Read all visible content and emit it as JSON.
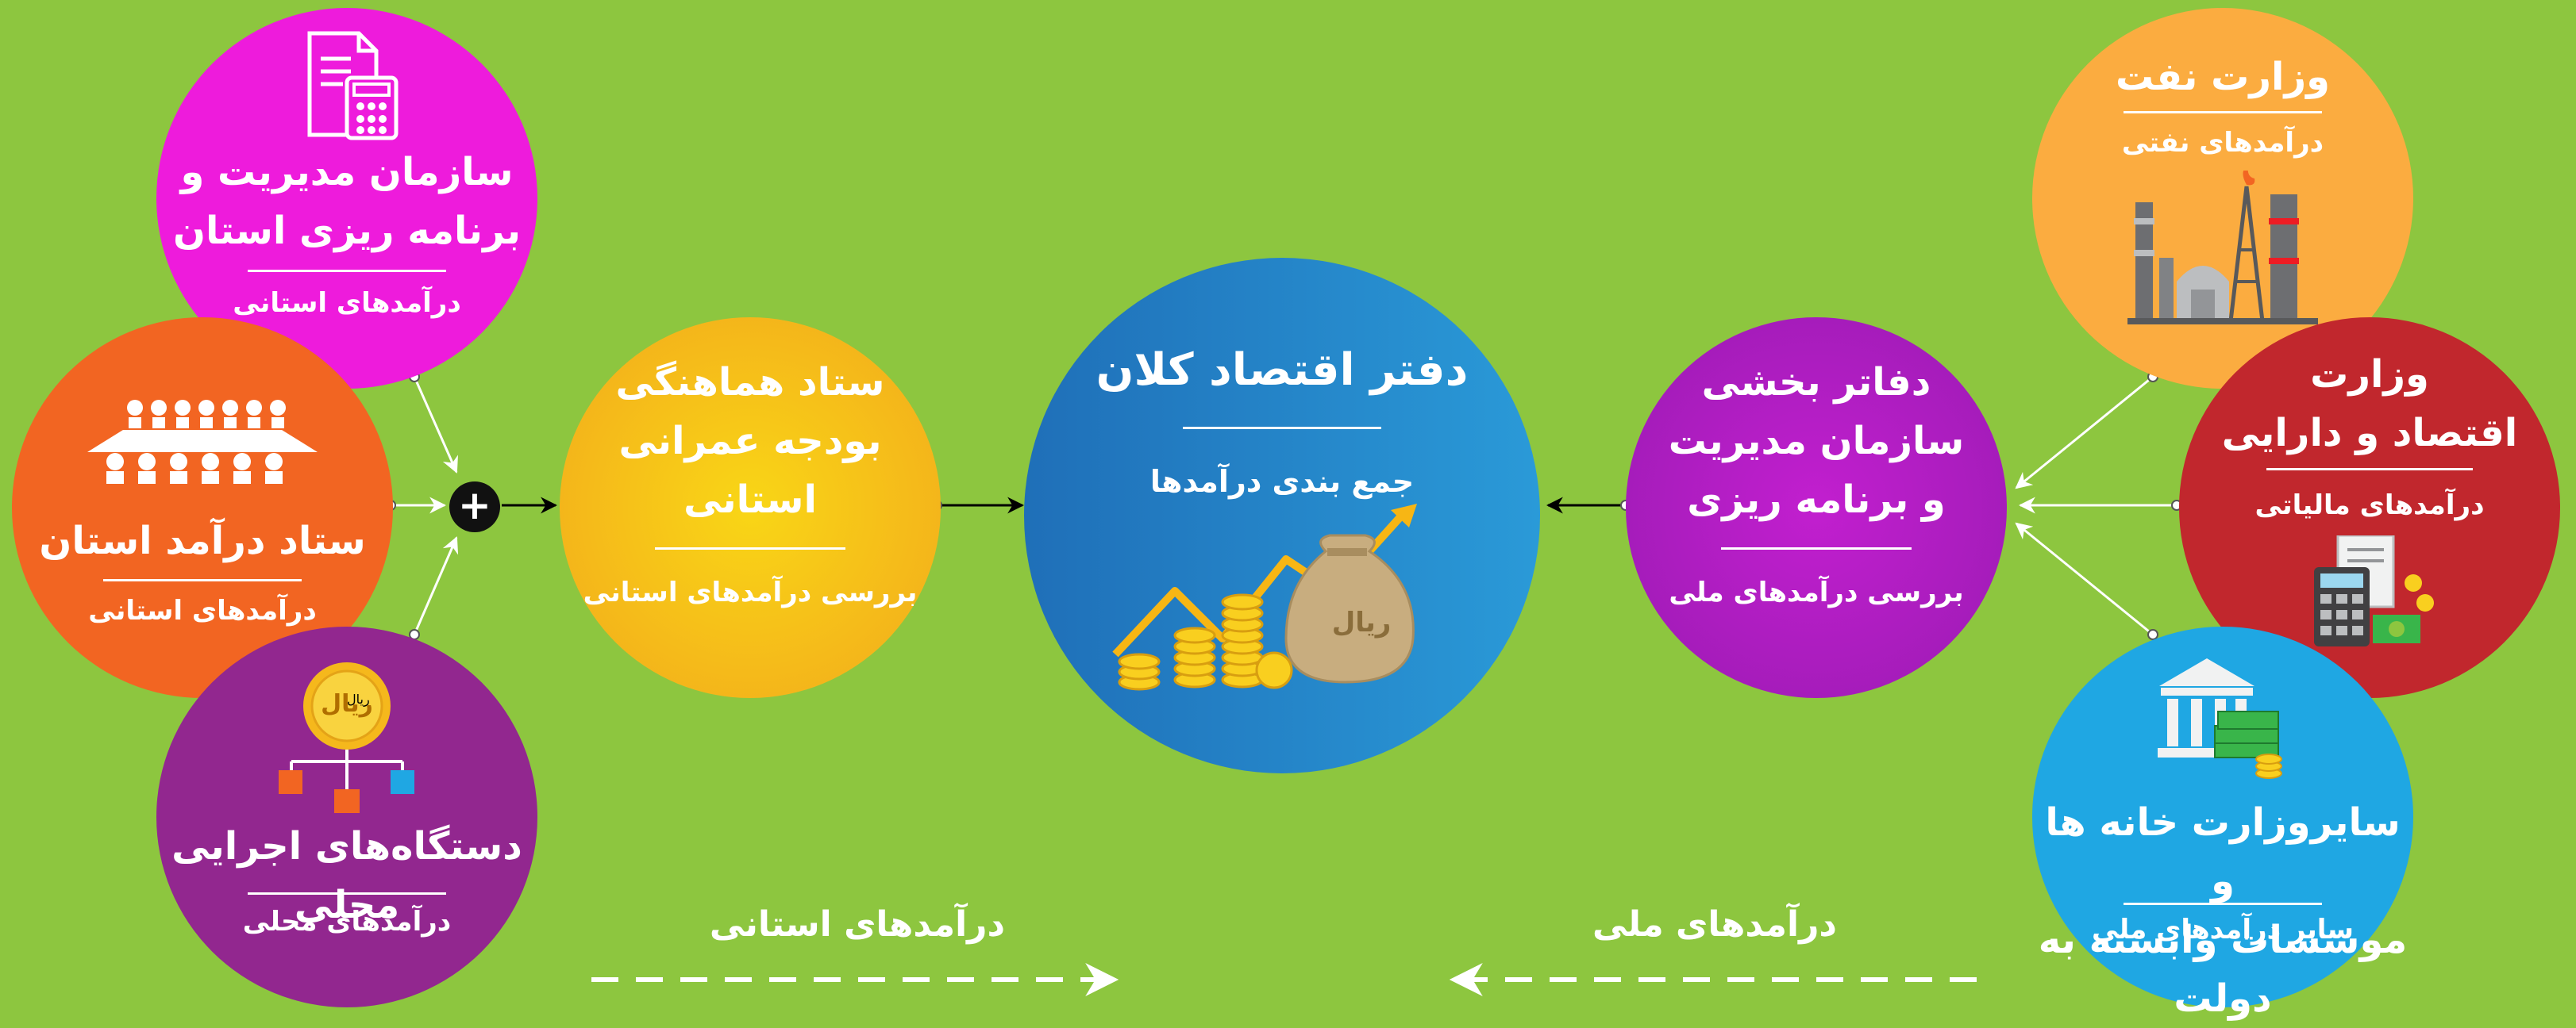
{
  "nodes": {
    "plan_org": {
      "title_lines": [
        "سازمان مدیریت و",
        "برنامه ریزی استان"
      ],
      "subtitle": "درآمدهای استانی",
      "color": "#ee1bdc",
      "icon": "calculator-document-icon"
    },
    "revenue_hq": {
      "title_lines": [
        "ستاد درآمد استان"
      ],
      "subtitle": "درآمدهای استانی",
      "color": "#f26522",
      "icon": "meeting-table-icon"
    },
    "local_agencies": {
      "title_lines": [
        "دستگاه‌های اجرایی محلی"
      ],
      "subtitle": "درآمدهای محلی",
      "color": "#92278f",
      "icon": "rial-coin-network-icon"
    },
    "budget_hq": {
      "title_lines": [
        "ستاد هماهنگی",
        "بودجه عمرانی",
        "استانی"
      ],
      "subtitle": "بررسی درآمدهای استانی",
      "color": "#f7b614"
    },
    "macro_office": {
      "title_lines": [
        "دفتر اقتصاد کلان"
      ],
      "subtitle": "جمع بندی درآمدها",
      "color": "#1b75bc",
      "icon": "money-bag-growth-icon"
    },
    "sector_offices": {
      "title_lines": [
        "دفاتر بخشی",
        "سازمان مدیریت",
        "و برنامه ریزی"
      ],
      "subtitle": "بررسی درآمدهای ملی",
      "color": "#b71cbf"
    },
    "oil_ministry": {
      "title_lines": [
        "وزارت نفت"
      ],
      "subtitle": "درآمدهای نفتی",
      "color": "#fbac40",
      "icon": "refinery-icon"
    },
    "finance_ministry": {
      "title_lines": [
        "وزارت",
        "اقتصاد و دارایی"
      ],
      "subtitle": "درآمدهای مالیاتی",
      "color": "#c1272d",
      "icon": "tax-calculator-icon"
    },
    "other_ministries": {
      "title_lines": [
        "سایروزارت خانه ها و",
        "موسسات وابسته به دولت"
      ],
      "subtitle": "سایر درآمدهای ملی",
      "color": "#1fa7e3",
      "icon": "bank-money-icon"
    }
  },
  "legend": {
    "provincial": "درآمدهای استانی",
    "national": "درآمدهای ملی"
  },
  "plus_symbol": "+",
  "coin_label": "ریال"
}
